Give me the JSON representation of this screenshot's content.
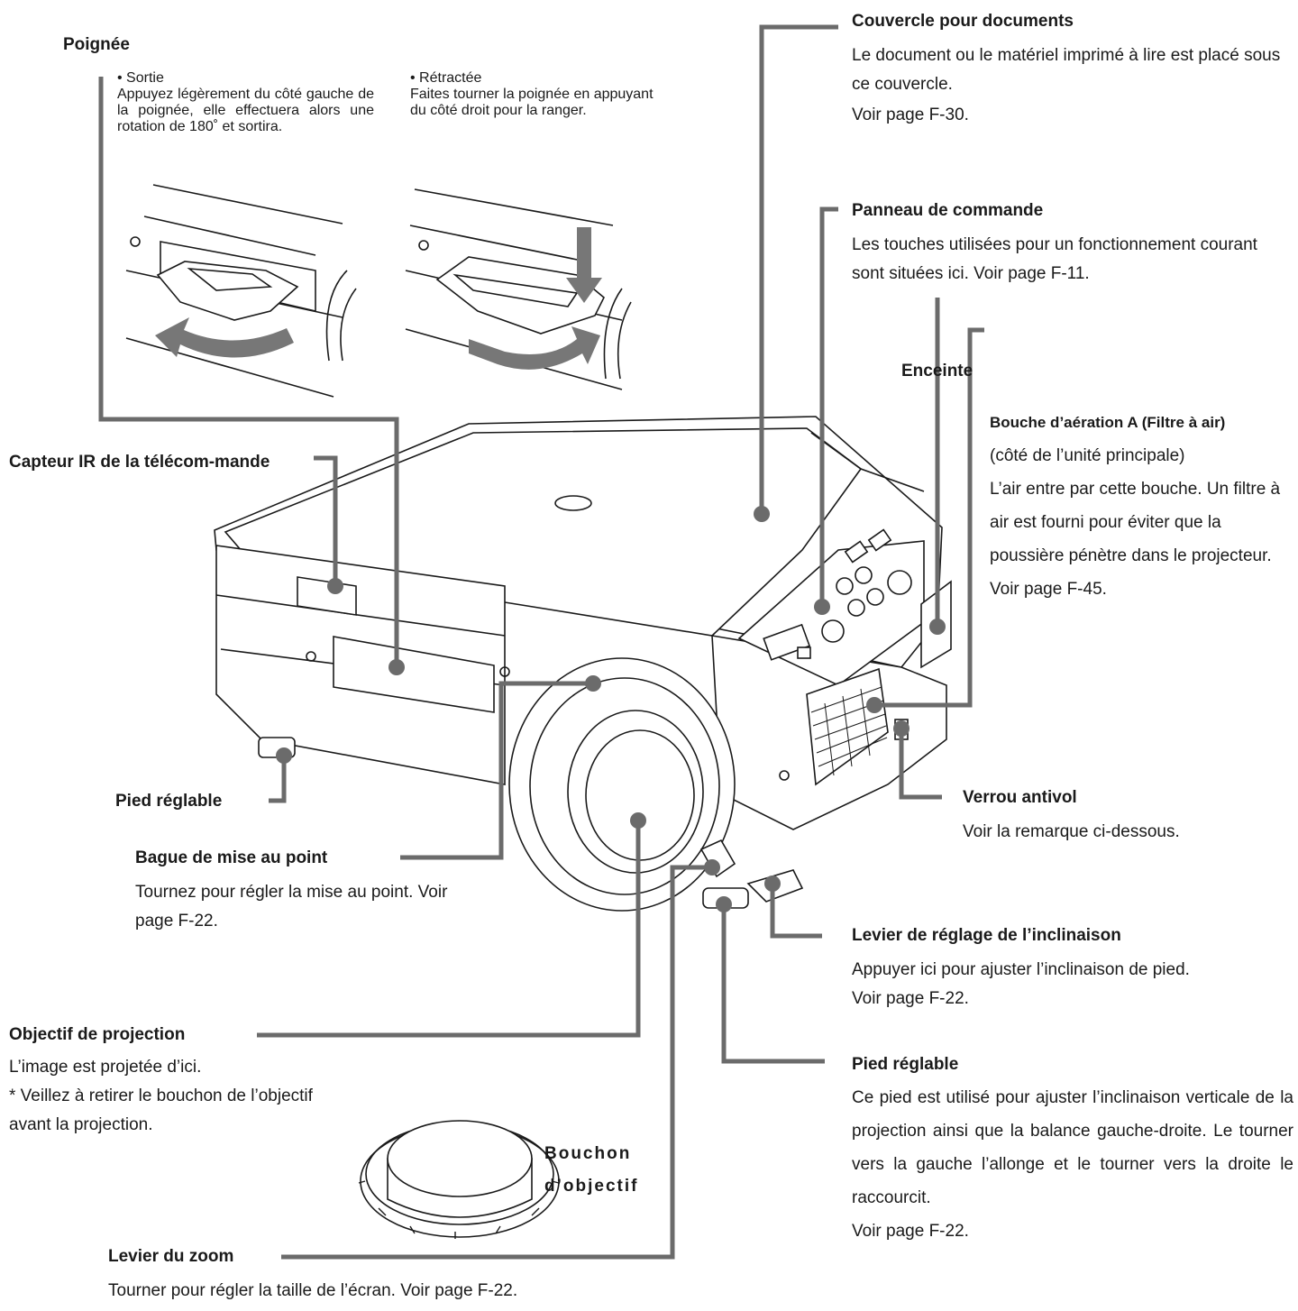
{
  "labels": {
    "poignee": {
      "title": "Poignée",
      "sortie_title": "• Sortie",
      "sortie_text": "Appuyez légèrement du côté gauche de la poignée, elle effectuera alors une rotation de 180˚ et sortira.",
      "retractee_title": "• Rétractée",
      "retractee_text": "Faites tourner la poignée en appuyant du côté droit pour la ranger."
    },
    "couvercle": {
      "title": "Couvercle pour documents",
      "text": "Le document ou le matériel imprimé à lire est placé sous ce couvercle.",
      "ref": "Voir page F-30."
    },
    "panneau": {
      "title": "Panneau de commande",
      "text": "Les touches utilisées pour un fonctionnement courant sont situées ici. Voir page F-11."
    },
    "enceinte": {
      "title": "Enceinte"
    },
    "bouche": {
      "title": "Bouche d’aération A (Filtre à air)",
      "sub": "(côté de l’unité principale)",
      "text": "L’air entre par cette bouche. Un filtre à air est fourni pour éviter que la poussière pénètre dans le projecteur.",
      "ref": "Voir page F-45."
    },
    "capteur": {
      "title": "Capteur IR de la télécom-mande"
    },
    "pied_gauche": {
      "title": "Pied réglable"
    },
    "verrou": {
      "title": "Verrou antivol",
      "text": "Voir la remarque ci-dessous."
    },
    "bague": {
      "title": "Bague de mise au point",
      "text": "Tournez pour régler la mise au point. Voir page F-22."
    },
    "levier_inclinaison": {
      "title": "Levier de réglage de l’inclinaison",
      "text": "Appuyer ici pour ajuster l’inclinaison de pied.",
      "ref": "Voir page F-22."
    },
    "objectif": {
      "title": "Objectif de projection",
      "text": "L’image est projetée d’ici.",
      "note": "* Veillez à retirer le bouchon de l’objectif avant la projection."
    },
    "bouchon": {
      "title": "Bouchon d’objectif"
    },
    "pied_droit": {
      "title": "Pied réglable",
      "text": "Ce pied est utilisé pour ajuster l’inclinaison verticale de la projection ainsi que la balance gauche-droite. Le tourner vers la gauche l’allonge et le tourner vers la droite le raccourcit.",
      "ref": "Voir page F-22."
    },
    "zoom": {
      "title": "Levier du zoom",
      "text": "Tourner pour régler la taille de l’écran. Voir page F-22."
    }
  },
  "colors": {
    "leader": "#6b6b6b",
    "line": "#1a1a1a",
    "arrow": "#777777"
  }
}
